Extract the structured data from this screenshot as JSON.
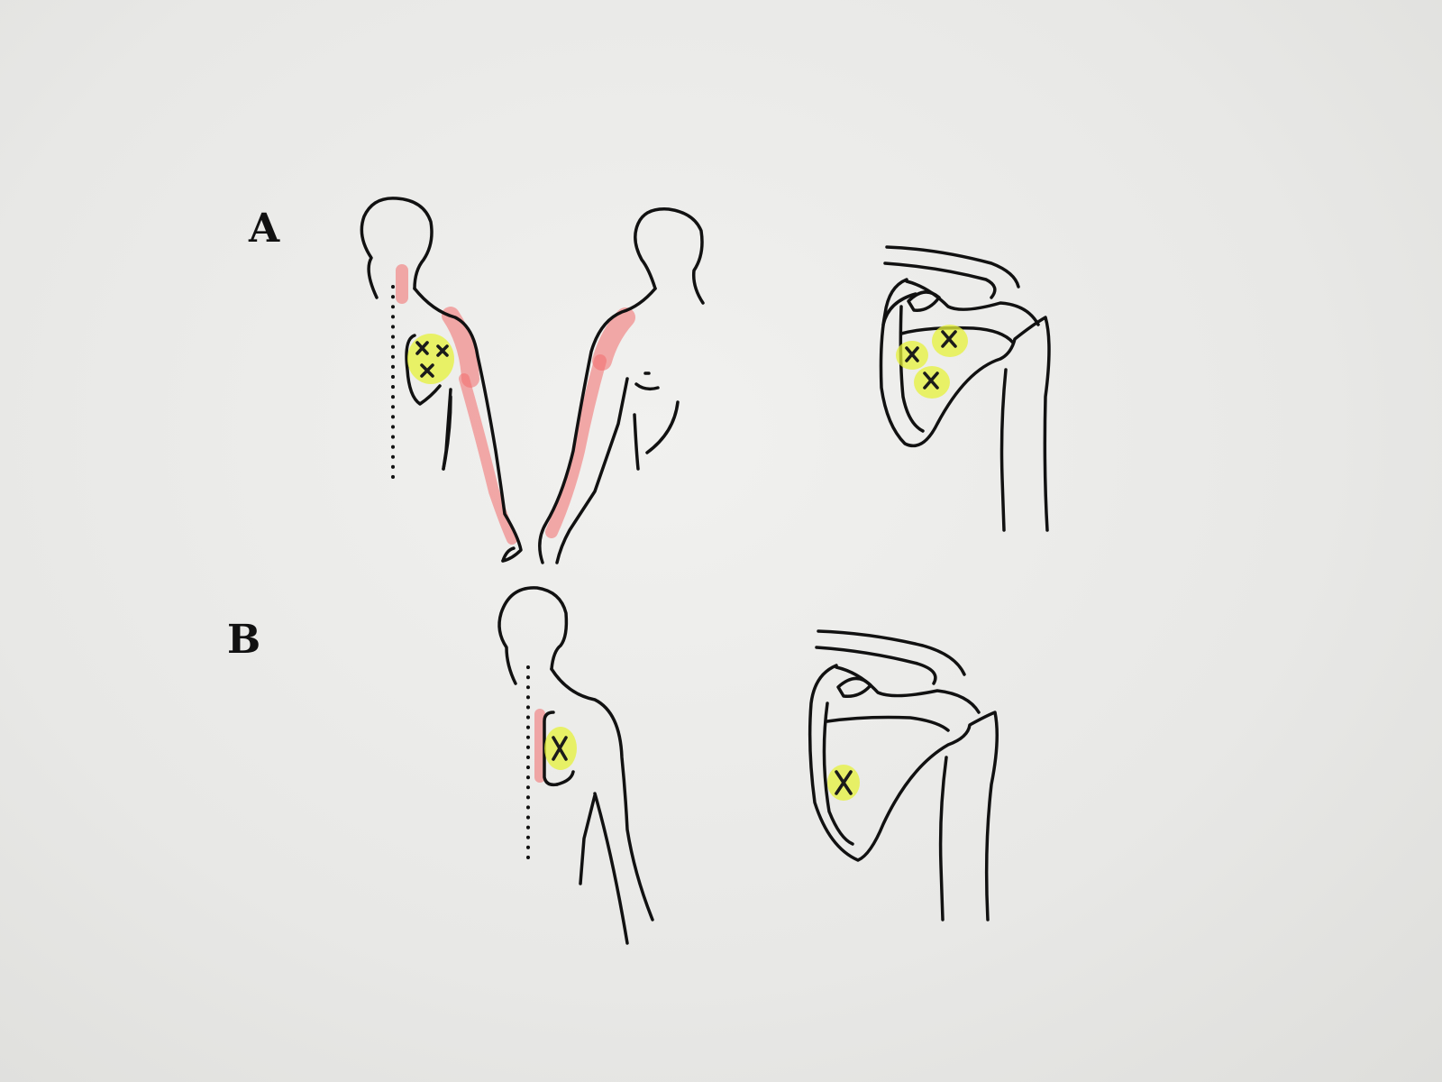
{
  "panels": [
    {
      "label": "A"
    },
    {
      "label": "B"
    }
  ],
  "colors": {
    "paper": "#e9e9e7",
    "ink": "#111111",
    "referred_pain": "#f26b6b",
    "trigger_point_highlight": "#e6f23a"
  },
  "icons": {
    "trigger_point": "x-mark-icon",
    "spine": "dotted-line"
  }
}
